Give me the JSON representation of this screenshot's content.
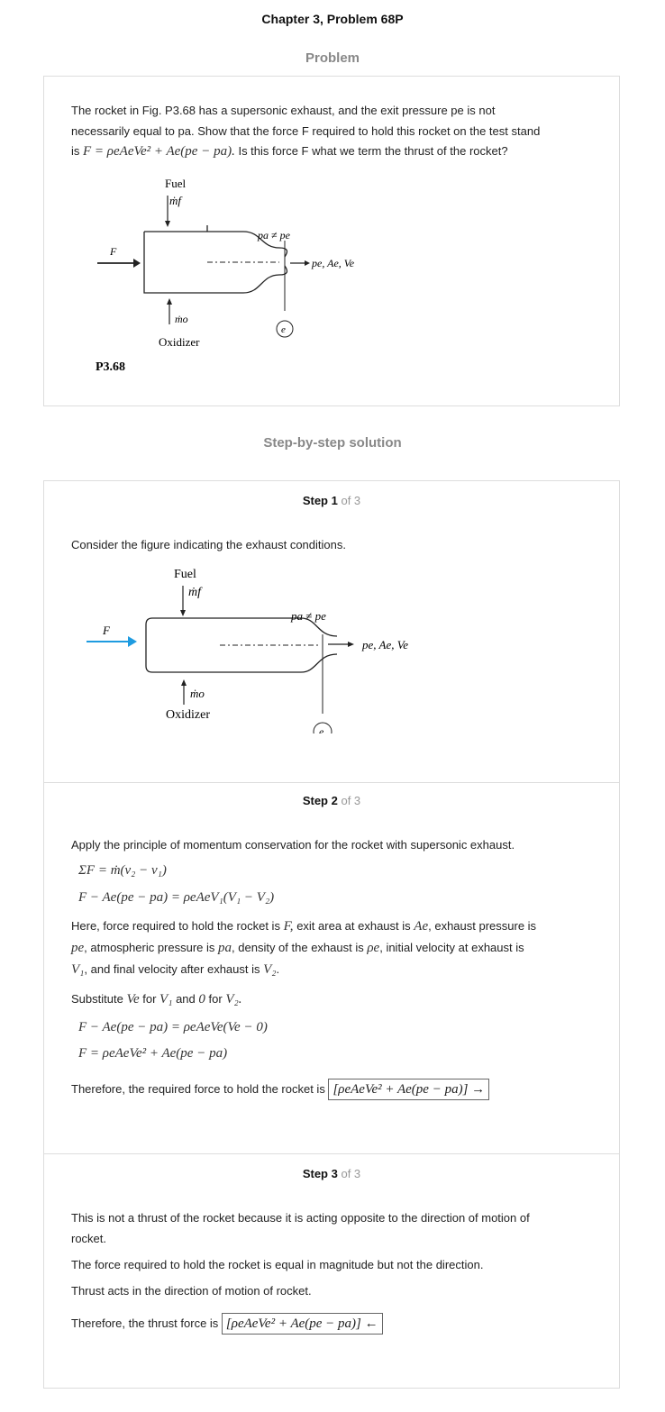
{
  "header": {
    "title": "Chapter 3, Problem 68P",
    "problem_label": "Problem",
    "solution_label": "Step-by-step solution"
  },
  "problem": {
    "line1": "The rocket in Fig. P3.68 has a supersonic exhaust, and the exit pressure pe is not",
    "line2": "necessarily equal to pa. Show that the force F required to hold this rocket on the test stand",
    "line3_prefix": "is",
    "line3_formula": "F = ρeAeVe² + Ae(pe − pa).",
    "line3_suffix": "Is this force F what we term the thrust of the rocket?",
    "figure_label": "P3.68",
    "fig_fuel": "Fuel",
    "fig_oxidizer": "Oxidizer",
    "fig_F": "F",
    "fig_mf": "ṁf",
    "fig_mo": "ṁo",
    "fig_pa_pe": "pa ≠ pe",
    "fig_exit": "pe, Ae, Ve",
    "fig_e": "e"
  },
  "steps": [
    {
      "label": "Step 1",
      "of": "of 3",
      "text": "Consider the figure indicating the exhaust conditions."
    },
    {
      "label": "Step 2",
      "of": "of 3",
      "intro": "Apply the principle of momentum conservation for the rocket with supersonic exhaust.",
      "eq1": "ΣF = ṁ(v₂ − v₁)",
      "eq2": "F − Ae(pe − pa) = ρeAeV₁(V₁ − V₂)",
      "here1_a": "Here, force required to hold the rocket is",
      "here1_F": "F,",
      "here1_b": "exit area at exhaust is",
      "here1_Ae": "Ae",
      "here1_c": ", exhaust pressure is",
      "here2_pe": "pe",
      "here2_a": ", atmospheric pressure is",
      "here2_pa": "pa",
      "here2_b": ", density of the exhaust is",
      "here2_rho": "ρe",
      "here2_c": ", initial velocity at exhaust is",
      "here3_V1": "V₁",
      "here3_a": ", and final velocity after exhaust is",
      "here3_V2": "V₂",
      "here3_b": ".",
      "subst_a": "Substitute",
      "subst_Ve": "Ve",
      "subst_for1": "for",
      "subst_V1": "V₁",
      "subst_and": "and",
      "subst_zero": "0",
      "subst_for2": "for",
      "subst_V2": "V₂.",
      "eq3": "F − Ae(pe − pa) = ρeAeVe(Ve − 0)",
      "eq4": "F = ρeAeVe² + Ae(pe − pa)",
      "conclusion": "Therefore, the required force to hold the rocket is",
      "answer": "[ρeAeVe² + Ae(pe − pa)] →"
    },
    {
      "label": "Step 3",
      "of": "of 3",
      "p1": "This is not a thrust of the rocket because it is acting opposite to the direction of motion of",
      "p1b": "rocket.",
      "p2": "The force required to hold the rocket is equal in magnitude but not the direction.",
      "p3": "Thrust acts in the direction of motion of rocket.",
      "conclusion": "Therefore, the thrust force is",
      "answer": "[ρeAeVe² + Ae(pe − pa)] ←"
    }
  ],
  "colors": {
    "arrow_blue": "#1e9be0",
    "border": "#dddddd",
    "muted": "#888888"
  }
}
